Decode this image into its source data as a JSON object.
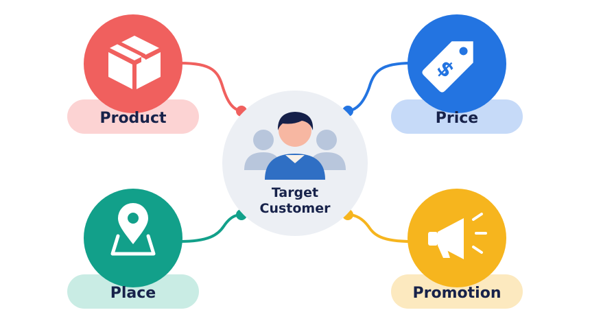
{
  "center": {
    "label_line1": "Target",
    "label_line2": "Customer",
    "icon": "customer-group-icon"
  },
  "nodes": [
    {
      "id": "product",
      "label": "Product",
      "icon": "box-icon",
      "color": "#f0605e",
      "pill_color": "#fcd3d3"
    },
    {
      "id": "price",
      "label": "Price",
      "icon": "price-tag-icon",
      "color": "#2374e1",
      "pill_color": "#c6daf8"
    },
    {
      "id": "place",
      "label": "Place",
      "icon": "location-pin-icon",
      "color": "#12a08a",
      "pill_color": "#c9ece4"
    },
    {
      "id": "promotion",
      "label": "Promotion",
      "icon": "megaphone-icon",
      "color": "#f6b51e",
      "pill_color": "#fce9bf"
    }
  ],
  "colors": {
    "center_fill": "#eceff4",
    "text": "#17224a",
    "person_main": "#2f6fc4",
    "person_back": "#b8c6dc",
    "hair": "#152049",
    "skin": "#f7b7a2"
  }
}
